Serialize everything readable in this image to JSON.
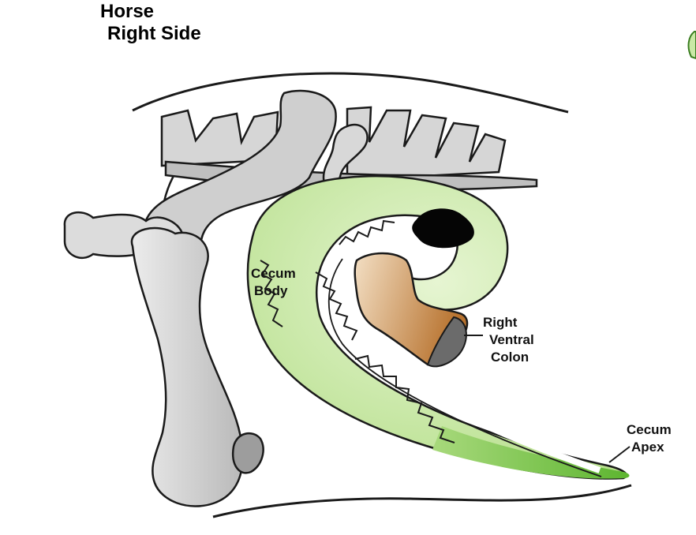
{
  "title": {
    "line1": "Horse",
    "line2": "Right Side"
  },
  "labels": {
    "cecum_body": [
      "Cecum",
      "Body"
    ],
    "right_ventral_colon": [
      "Right",
      "Ventral",
      "Colon"
    ],
    "cecum_apex": [
      "Cecum",
      "Apex"
    ]
  },
  "colors": {
    "bone_fill": "#d9d9d9",
    "bone_shadow": "#9a9a9a",
    "cecum_fill": "#c9e9a6",
    "cecum_dark": "#6fbf45",
    "colon_light": "#f3dfc4",
    "colon_dark": "#b8732f",
    "outline": "#1a1a1a"
  }
}
